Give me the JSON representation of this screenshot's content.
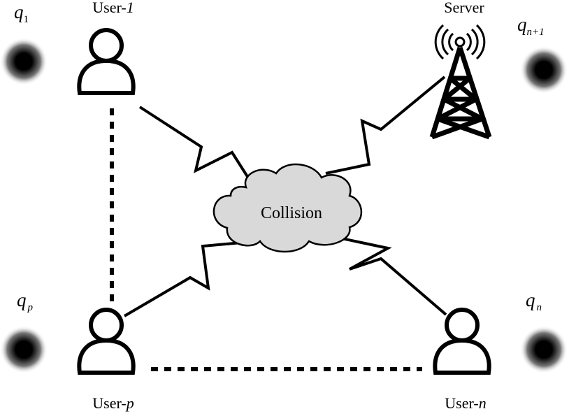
{
  "nodes": {
    "user1": {
      "prefix": "User-",
      "index": "1"
    },
    "server": {
      "label": "Server"
    },
    "userp": {
      "prefix": "User-",
      "index": "p"
    },
    "usern": {
      "prefix": "User-",
      "index": "n"
    }
  },
  "cloud": {
    "label": "Collision"
  },
  "charges": {
    "q1": {
      "symbol": "q",
      "sub": "1"
    },
    "qn1": {
      "symbol": "q",
      "sub": "n+1"
    },
    "qp": {
      "symbol": "q",
      "sub": "p"
    },
    "qn": {
      "symbol": "q",
      "sub": "n"
    }
  },
  "colors": {
    "stroke": "#000000",
    "cloud_fill": "#d9d9d9",
    "user_fill": "#ffffff"
  }
}
